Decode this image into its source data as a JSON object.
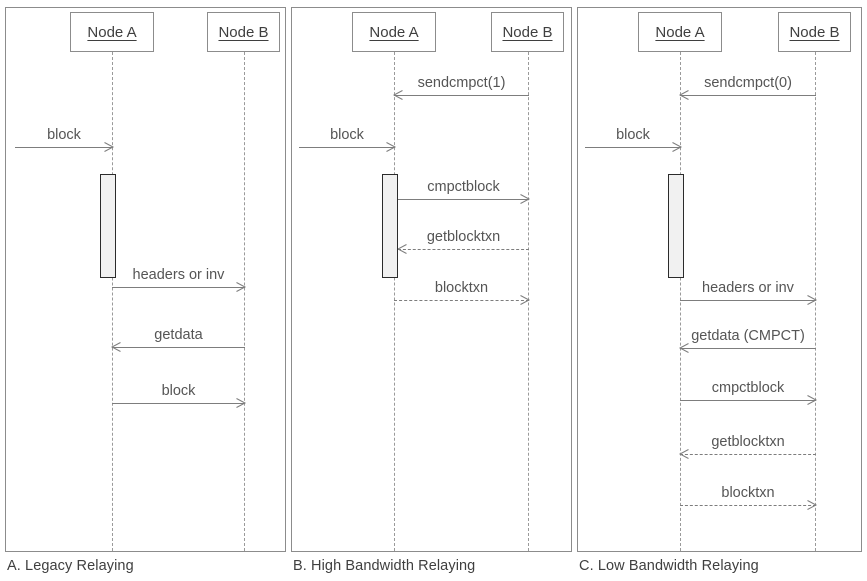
{
  "diagram": {
    "title_present": false,
    "colors": {
      "panel_border": "#8c8c8c",
      "lifeline": "#9a9a9a",
      "arrow": "#7d7d7d",
      "label_text": "#555555",
      "caption_text": "#3f3f3f",
      "activation_fill": "#f1f1f1",
      "activation_border": "#2b2b2b",
      "background": "#ffffff"
    },
    "panels": [
      {
        "id": "a",
        "caption": "A. Legacy Relaying",
        "participants": [
          {
            "id": "node-a",
            "label": "Node A"
          },
          {
            "id": "node-b",
            "label": "Node B"
          }
        ],
        "messages": [
          {
            "label": "block",
            "from": "external",
            "to": "node-a",
            "direction": "right",
            "style": "solid"
          },
          {
            "label": "headers or inv",
            "from": "node-a",
            "to": "node-b",
            "direction": "right",
            "style": "solid"
          },
          {
            "label": "getdata",
            "from": "node-b",
            "to": "node-a",
            "direction": "left",
            "style": "solid"
          },
          {
            "label": "block",
            "from": "node-b",
            "to": "node-a",
            "direction": "right",
            "style": "solid"
          }
        ]
      },
      {
        "id": "b",
        "caption": "B. High Bandwidth Relaying",
        "participants": [
          {
            "id": "node-a",
            "label": "Node A"
          },
          {
            "id": "node-b",
            "label": "Node B"
          }
        ],
        "messages": [
          {
            "label": "sendcmpct(1)",
            "from": "node-b",
            "to": "node-a",
            "direction": "left",
            "style": "solid"
          },
          {
            "label": "block",
            "from": "external",
            "to": "node-a",
            "direction": "right",
            "style": "solid"
          },
          {
            "label": "cmpctblock",
            "from": "node-a",
            "to": "node-b",
            "direction": "right",
            "style": "solid"
          },
          {
            "label": "getblocktxn",
            "from": "node-b",
            "to": "node-a",
            "direction": "left",
            "style": "dashed"
          },
          {
            "label": "blocktxn",
            "from": "node-a",
            "to": "node-b",
            "direction": "right",
            "style": "dashed"
          }
        ]
      },
      {
        "id": "c",
        "caption": "C. Low Bandwidth Relaying",
        "participants": [
          {
            "id": "node-a",
            "label": "Node A"
          },
          {
            "id": "node-b",
            "label": "Node B"
          }
        ],
        "messages": [
          {
            "label": "sendcmpct(0)",
            "from": "node-b",
            "to": "node-a",
            "direction": "left",
            "style": "solid"
          },
          {
            "label": "block",
            "from": "external",
            "to": "node-a",
            "direction": "right",
            "style": "solid"
          },
          {
            "label": "headers or inv",
            "from": "node-a",
            "to": "node-b",
            "direction": "right",
            "style": "solid"
          },
          {
            "label": "getdata (CMPCT)",
            "from": "node-b",
            "to": "node-a",
            "direction": "left",
            "style": "solid"
          },
          {
            "label": "cmpctblock",
            "from": "node-a",
            "to": "node-b",
            "direction": "right",
            "style": "solid"
          },
          {
            "label": "getblocktxn",
            "from": "node-b",
            "to": "node-a",
            "direction": "left",
            "style": "dashed"
          },
          {
            "label": "blocktxn",
            "from": "node-a",
            "to": "node-b",
            "direction": "right",
            "style": "dashed"
          }
        ]
      }
    ]
  }
}
